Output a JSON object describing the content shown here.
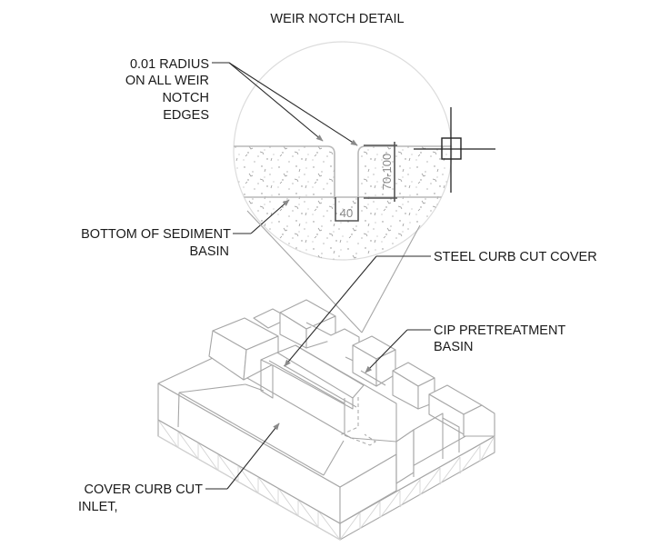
{
  "title": "WEIR NOTCH DETAIL",
  "callouts": {
    "radius_note": [
      "0.01 RADIUS",
      "ON ALL WEIR",
      "NOTCH",
      "EDGES"
    ],
    "sediment_bottom": [
      "BOTTOM OF SEDIMENT",
      "BASIN"
    ],
    "steel_cover": [
      "STEEL CURB CUT COVER"
    ],
    "pretreatment_basin": [
      "CIP PRETREATMENT",
      "BASIN"
    ],
    "curb_cut_inlet": [
      "COVER CURB CUT",
      "INLET,"
    ]
  },
  "dimensions": {
    "notch_width": "40",
    "notch_depth": "70-100"
  },
  "colors": {
    "text": "#1a1a1a",
    "model_lines": "#a6a6a6",
    "leader_lines": "#2a2a2a",
    "detail_circle": "#dcdcdc"
  }
}
